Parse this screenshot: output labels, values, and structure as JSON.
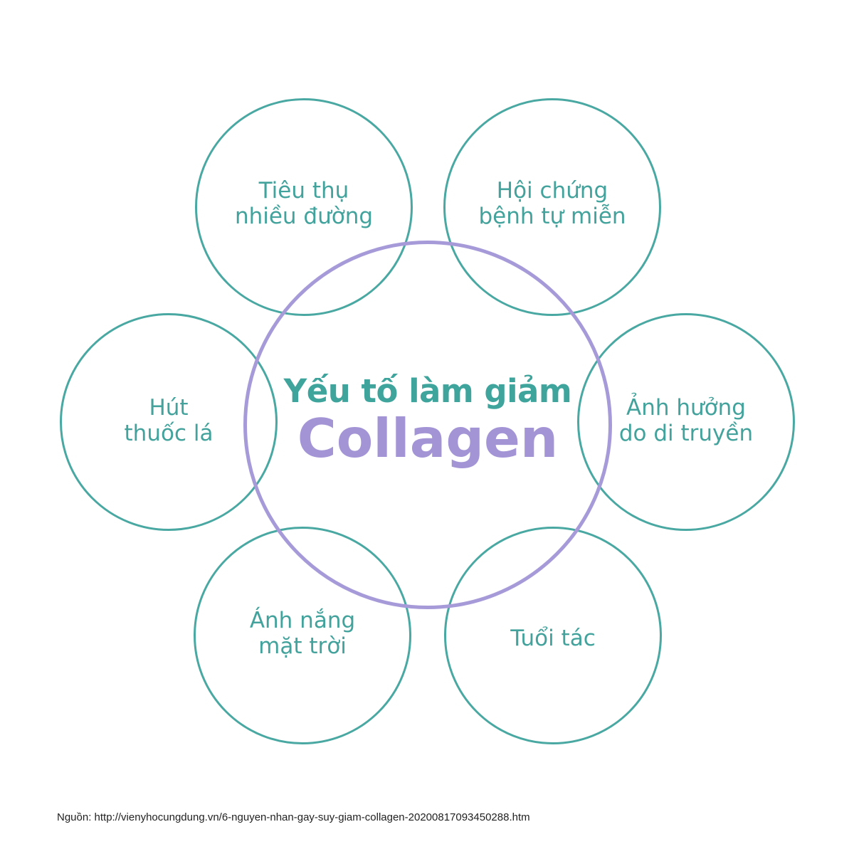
{
  "diagram": {
    "center": {
      "title": "Yếu tố làm giảm",
      "subject": "Collagen"
    },
    "factors": [
      {
        "line1": "Tiêu thụ",
        "line2": "nhiều đường"
      },
      {
        "line1": "Hội chứng",
        "line2": "bệnh tự miễn"
      },
      {
        "line1": "Hút",
        "line2": "thuốc lá"
      },
      {
        "line1": "Ảnh hưởng",
        "line2": "do di truyền"
      },
      {
        "line1": "Ánh nắng",
        "line2": "mặt trời"
      },
      {
        "line1": "Tuổi tác",
        "line2": ""
      }
    ],
    "source": "Nguồn: http://vienyhocungdung.vn/6-nguyen-nhan-gay-suy-giam-collagen-20200817093450288.htm"
  },
  "colors": {
    "teal": "#4aa8a2",
    "lavender": "#a79ad9"
  }
}
